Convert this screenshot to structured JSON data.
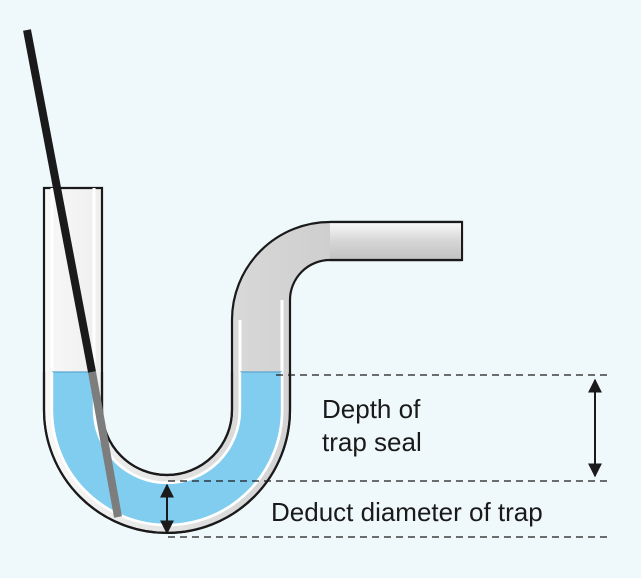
{
  "labels": {
    "depth_line1": "Depth of",
    "depth_line2": "trap seal",
    "deduct": "Deduct diameter of trap"
  },
  "colors": {
    "background": "#eff8fb",
    "pipe_fill": "#dcdcdc",
    "pipe_outline": "#1a1a1a",
    "water": "#80cdf0",
    "rod": "#1a1a1a",
    "rod_submerged": "#7d7d7d",
    "dimension_line": "#1a1a1a"
  }
}
